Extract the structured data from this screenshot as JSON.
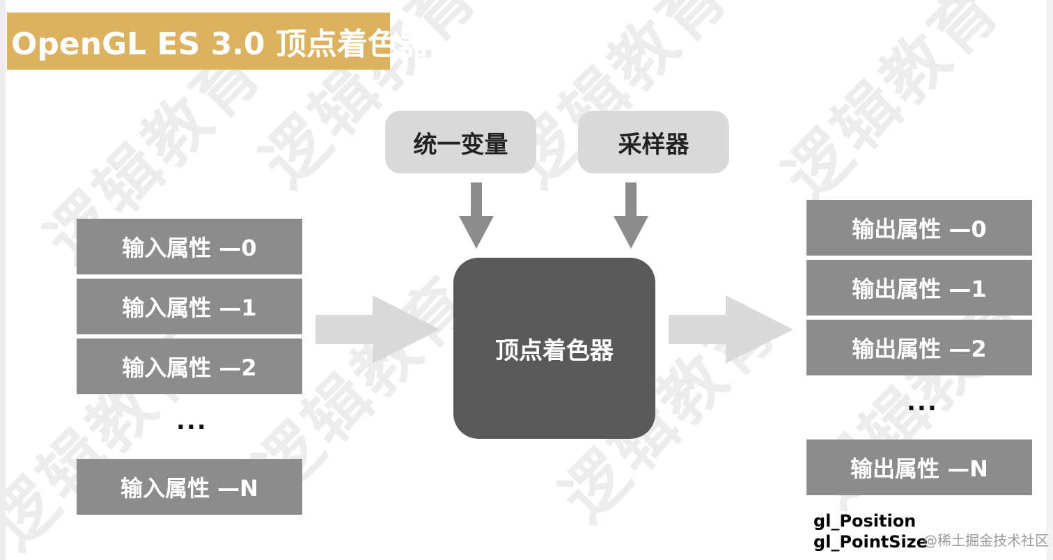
{
  "title": "OpenGL ES 3.0 顶点着色器",
  "watermark_text": "逻辑教育",
  "top_inputs": [
    "统一变量",
    "采样器"
  ],
  "shader_label": "顶点着色器",
  "input_attributes": [
    "输入属性 —0",
    "输入属性 —1",
    "输入属性 —2",
    "输入属性 —N"
  ],
  "output_attributes": [
    "输出属性 —0",
    "输出属性 —1",
    "输出属性 —2",
    "输出属性 —N"
  ],
  "ellipsis": "...",
  "builtin_outputs": [
    "gl_Position",
    "gl_PointSize"
  ],
  "credit": "@稀土掘金技术社区",
  "colors": {
    "title_bg": "#dcb25f",
    "pill_bg": "#d9d9d9",
    "core_bg": "#595959",
    "attr_bg": "#8c8c8c",
    "arrow_dark": "#8c8c8c",
    "arrow_light": "#d9d9d9"
  }
}
